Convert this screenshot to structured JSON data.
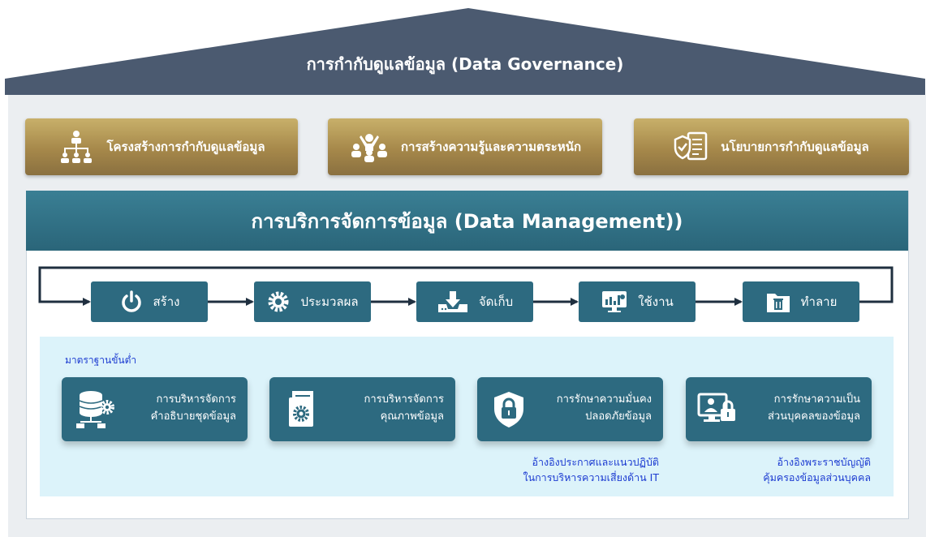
{
  "governance": {
    "title": "การกำกับดูแลข้อมูล (Data Governance)",
    "pillars": [
      {
        "label": "โครงสร้างการกำกับดูแลข้อมูล",
        "icon": "org-chart-icon"
      },
      {
        "label": "การสร้างความรู้และความตระหนัก",
        "icon": "team-cheer-icon"
      },
      {
        "label": "นโยบายการกำกับดูแลข้อมูล",
        "icon": "policy-document-icon"
      }
    ]
  },
  "management": {
    "title": "การบริการจัดการข้อมูล (Data Management))",
    "lifecycle": [
      {
        "label": "สร้าง",
        "icon": "power-icon"
      },
      {
        "label": "ประมวลผล",
        "icon": "gear-icon"
      },
      {
        "label": "จัดเก็บ",
        "icon": "download-storage-icon"
      },
      {
        "label": "ใช้งาน",
        "icon": "monitor-chart-icon"
      },
      {
        "label": "ทำลาย",
        "icon": "trash-folder-icon"
      }
    ]
  },
  "standards": {
    "title": "มาตราฐานขั้นต่ำ",
    "cards": [
      {
        "line1": "การบริหารจัดการ",
        "line2": "คำอธิบายชุดข้อมูล",
        "icon": "database-gear-icon"
      },
      {
        "line1": "การบริหารจัดการ",
        "line2": "คุณภาพข้อมูล",
        "icon": "documents-gear-icon"
      },
      {
        "line1": "การรักษาความมั่นคง",
        "line2": "ปลอดภัยข้อมูล",
        "icon": "shield-lock-icon"
      },
      {
        "line1": "การรักษาความเป็น",
        "line2": "ส่วนบุคคลของข้อมูล",
        "icon": "user-lock-icon"
      }
    ],
    "references": [
      {
        "line1": "อ้างอิงประกาศและแนวปฏิบัติ",
        "line2": "ในการบริหารความเสี่ยงด้าน IT"
      },
      {
        "line1": "อ้างอิงพระราชบัญญัติ",
        "line2": "คุ้มครองข้อมูลส่วนบุคคล"
      }
    ]
  },
  "colors": {
    "roof": "#4b5a70",
    "gold": "#a6884a",
    "teal": "#2d6a80",
    "light_blue": "#dcf3fa",
    "reference_text": "#1c3bd1"
  }
}
